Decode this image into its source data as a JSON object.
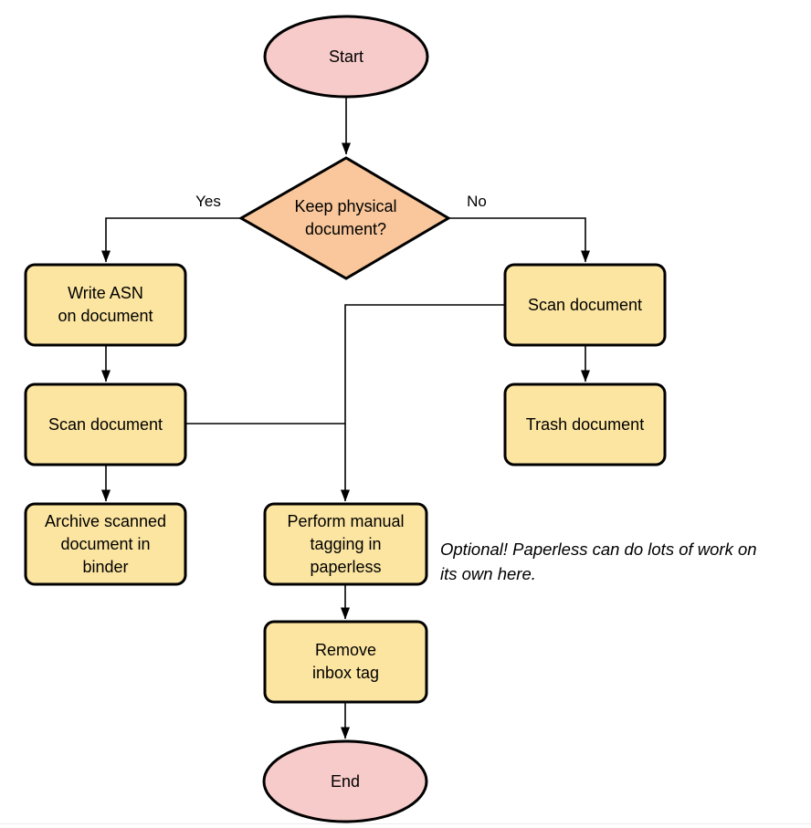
{
  "diagram": {
    "nodes": {
      "start": {
        "label": "Start",
        "shape": "terminator"
      },
      "decision": {
        "label": "Keep physical\ndocument?",
        "shape": "decision"
      },
      "write_asn": {
        "label": "Write ASN\non document",
        "shape": "process"
      },
      "scan_left": {
        "label": "Scan document",
        "shape": "process"
      },
      "archive": {
        "label": "Archive scanned\ndocument in\nbinder",
        "shape": "process"
      },
      "scan_right": {
        "label": "Scan document",
        "shape": "process"
      },
      "trash": {
        "label": "Trash document",
        "shape": "process"
      },
      "tagging": {
        "label": "Perform manual\ntagging in\npaperless",
        "shape": "process"
      },
      "remove_inbox": {
        "label": "Remove\ninbox tag",
        "shape": "process"
      },
      "end": {
        "label": "End",
        "shape": "terminator"
      }
    },
    "edge_labels": {
      "yes": "Yes",
      "no": "No"
    },
    "note": "Optional! Paperless can do lots of work on\nits own here.",
    "colors": {
      "terminator_fill": "#f7cbca",
      "decision_fill": "#f9c79b",
      "process_fill": "#fce5a1",
      "stroke": "#000000",
      "edge": "#000000"
    }
  }
}
